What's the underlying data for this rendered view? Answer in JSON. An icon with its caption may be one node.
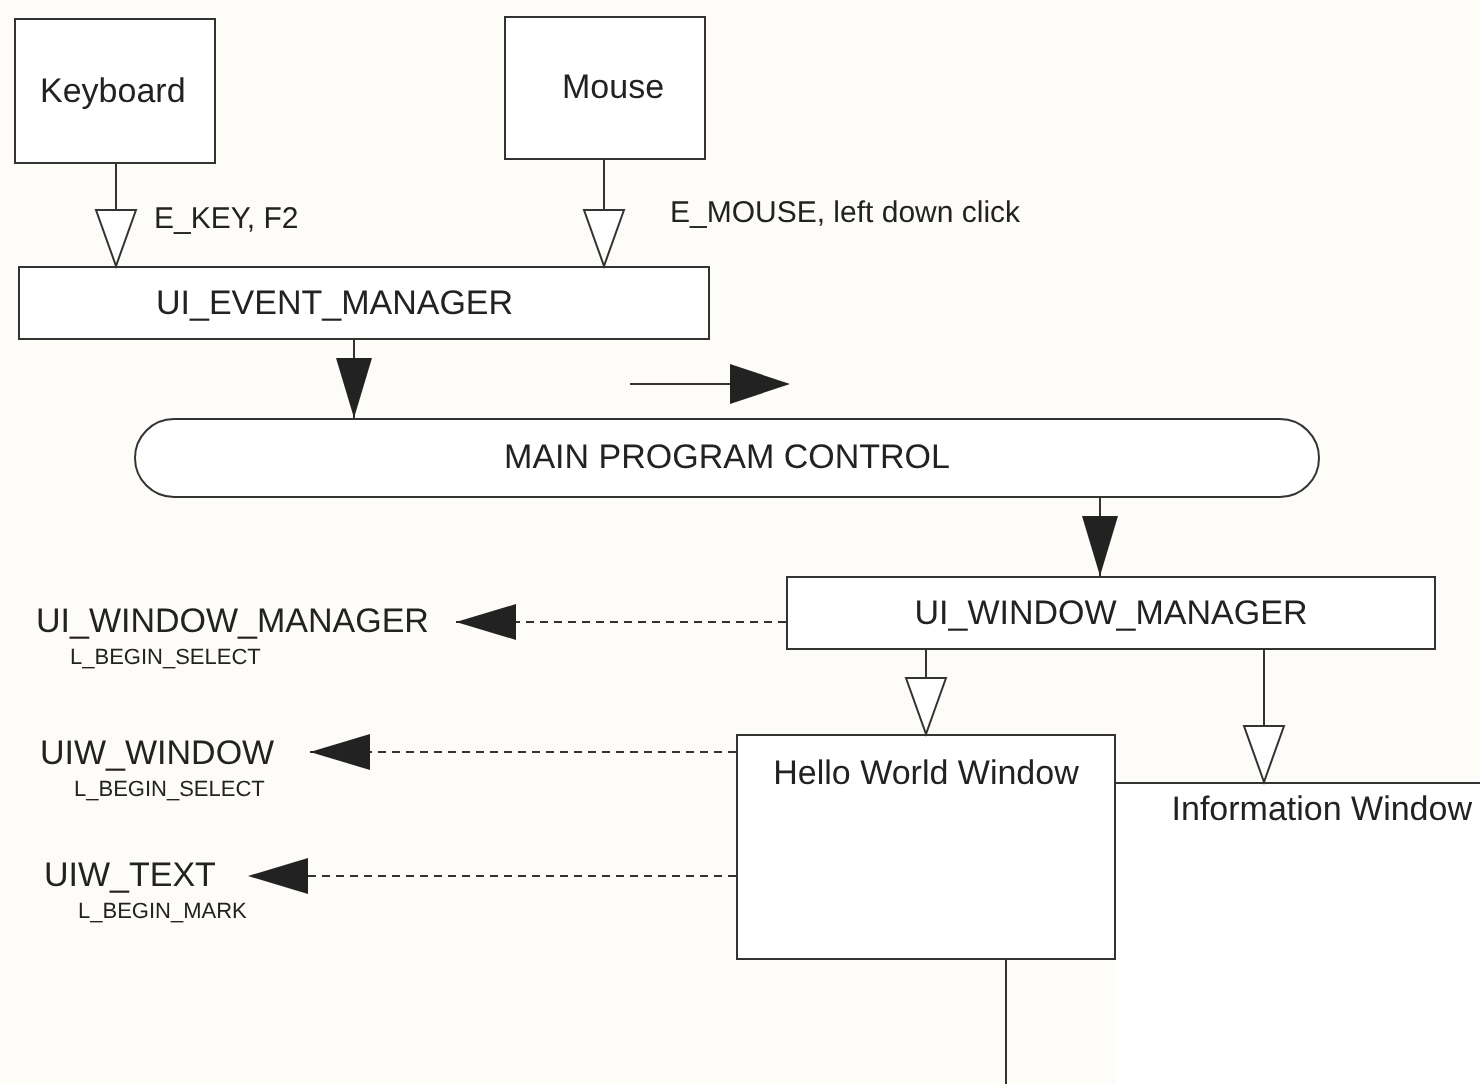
{
  "diagram": {
    "nodes": [
      {
        "text": [
          "Keyboard"
        ]
      },
      {
        "text": [
          "Mouse"
        ]
      },
      {
        "text": [
          "UI_EVENT_MANAGER"
        ]
      },
      {
        "text": [
          "MAIN PROGRAM CONTROL"
        ]
      },
      {
        "text": [
          "UI_WINDOW_MANAGER"
        ]
      },
      {
        "text": [
          "UI_WINDOW_MANAGER",
          "L_BEGIN_SELECT"
        ]
      },
      {
        "text": [
          "Information Window"
        ]
      },
      {
        "text": [
          "Hello World Window"
        ]
      },
      {
        "text": [
          "UIW_WINDOW",
          "L_BEGIN_SELECT"
        ]
      },
      {
        "text": [
          "UIW_TEXT",
          "L_BEGIN_MARK"
        ]
      }
    ],
    "edges": [
      {
        "from": 0,
        "to": 2,
        "arrow": "to",
        "label": "E_KEY, F2"
      },
      {
        "from": 1,
        "to": 2,
        "arrow": "to",
        "label": "E_MOUSE, left down click"
      },
      {
        "from": 2,
        "to": 3,
        "arrow": "to"
      },
      {
        "from": 3,
        "to": 4,
        "arrow": "to"
      },
      {
        "from": 4,
        "to": 5,
        "arrow": "to",
        "style": "dashed"
      },
      {
        "from": 4,
        "to": 7,
        "arrow": "to"
      },
      {
        "from": 4,
        "to": 6,
        "arrow": "to"
      },
      {
        "from": 7,
        "to": 8,
        "arrow": "to",
        "style": "dashed"
      },
      {
        "from": 7,
        "to": 9,
        "arrow": "to",
        "style": "dashed"
      }
    ]
  }
}
